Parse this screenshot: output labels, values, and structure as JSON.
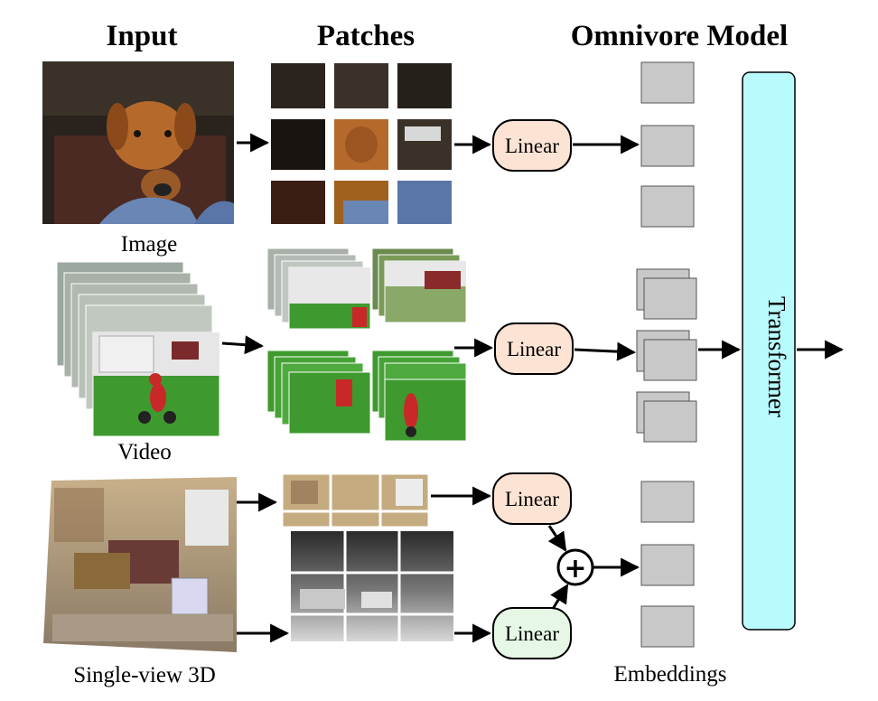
{
  "headers": {
    "input": "Input",
    "patches": "Patches",
    "model": "Omnivore Model"
  },
  "inputs": {
    "image": "Image",
    "video": "Video",
    "single_view_3d": "Single-view 3D"
  },
  "linear_label": "Linear",
  "plus_symbol": "+",
  "transformer_label": "Transformer",
  "embeddings_label": "Embeddings",
  "colors": {
    "linear_rgb": "#fde3d3",
    "linear_depth": "#e6f7e6",
    "transformer": "#b9fbfd",
    "embedding": "#c8c8c8",
    "dog_photo_bg": "#2a231d",
    "grass": "#3e9a2e",
    "room_wall": "#b99b6a",
    "depth_dark": "#1a1a1a"
  }
}
